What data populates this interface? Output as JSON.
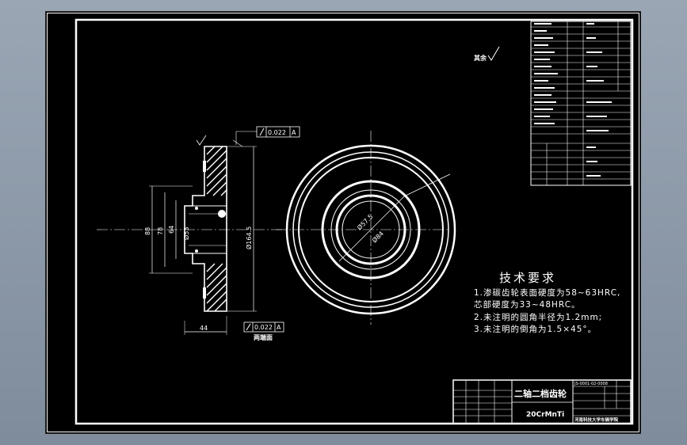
{
  "title_block": {
    "part_name": "二轴二档齿轮",
    "material": "20CrMnTi",
    "school": "河南科技大学车辆学院",
    "drawing_no": "JS-0001-02-0008"
  },
  "notes": {
    "heading": "技术要求",
    "line1": "1.渗碳齿轮表面硬度为58~63HRC,",
    "line2": "芯部硬度为33~48HRC。",
    "line3": "2.未注明的圆角半径为1.2mm;",
    "line4": "3.未注明的倒角为1.5×45°。"
  },
  "dimensions": {
    "tol_top_value": "0.022",
    "tol_top_ref": "A",
    "tol_bottom_value": "0.022",
    "tol_bottom_ref": "A",
    "d88": "88",
    "d78": "78",
    "d64": "64",
    "d53": "Ø53",
    "d164": "Ø164.5",
    "w44": "44",
    "bottom_label": "两端面",
    "c57": "Ø57.5",
    "c84": "Ø84",
    "roughness": "其余"
  }
}
